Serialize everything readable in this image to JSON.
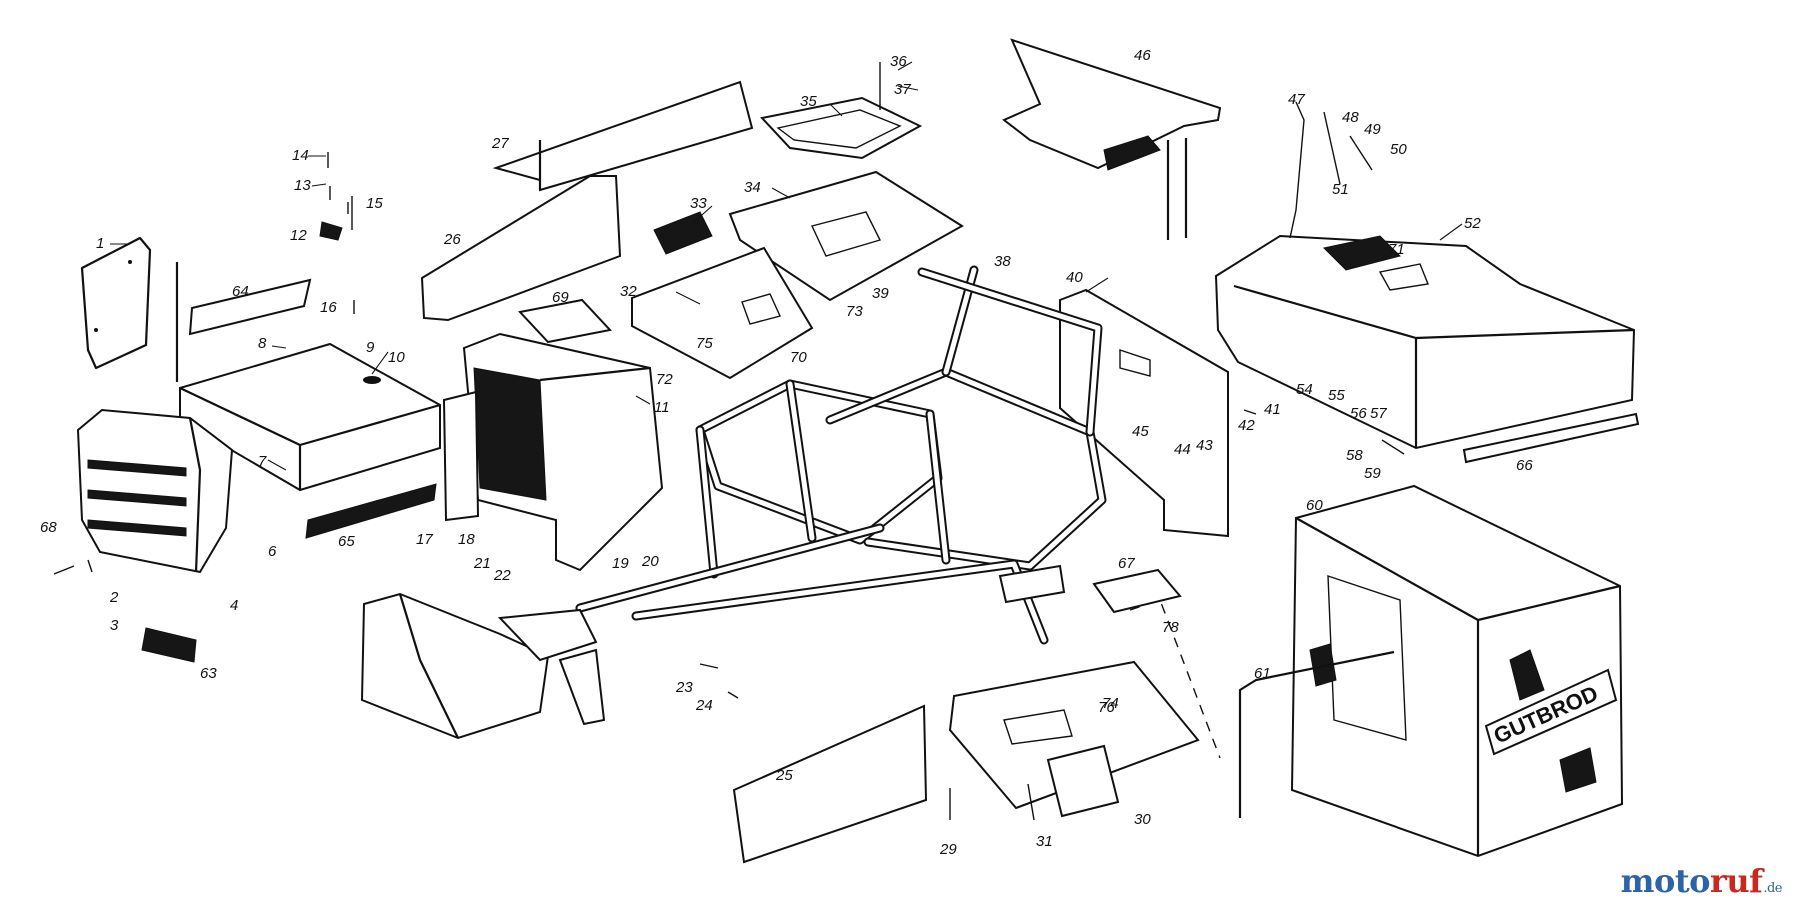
{
  "labels": [
    "1",
    "2",
    "3",
    "4",
    "6",
    "7",
    "8",
    "9",
    "10",
    "11",
    "12",
    "13",
    "14",
    "15",
    "16",
    "17",
    "18",
    "19",
    "20",
    "21",
    "22",
    "23",
    "24",
    "25",
    "26",
    "27",
    "29",
    "30",
    "31",
    "32",
    "33",
    "34",
    "35",
    "36",
    "37",
    "38",
    "39",
    "40",
    "41",
    "42",
    "43",
    "44",
    "45",
    "46",
    "47",
    "48",
    "49",
    "50",
    "51",
    "52",
    "54",
    "55",
    "56",
    "57",
    "58",
    "59",
    "60",
    "61",
    "63",
    "64",
    "65",
    "66",
    "67",
    "68",
    "69",
    "70",
    "71",
    "72",
    "73",
    "74",
    "75",
    "76",
    "78"
  ],
  "stamp_text": "GUTBROD",
  "brand": {
    "part1": "moto",
    "part2": "ruf",
    "suffix": ".de"
  }
}
